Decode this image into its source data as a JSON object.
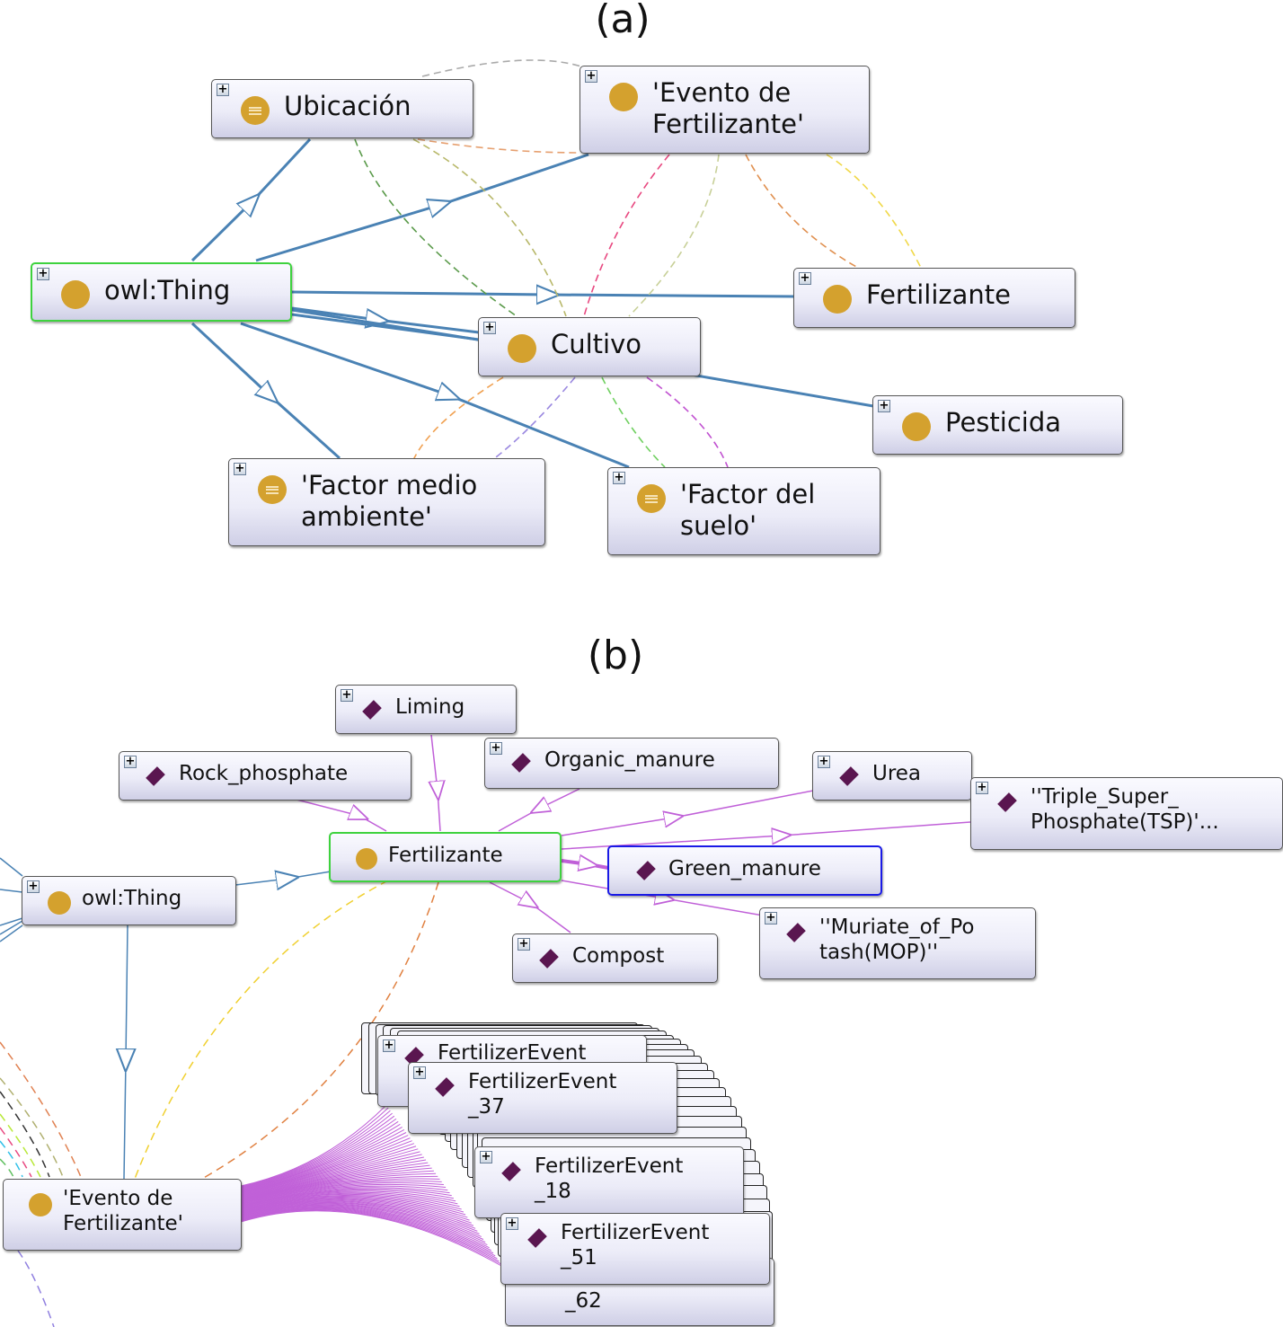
{
  "panels": {
    "a": {
      "caption": "(a)",
      "nodes": {
        "ubicacion": {
          "label": "Ubicación",
          "type": "defined-class"
        },
        "evento": {
          "label": "'Evento de\nFertilizante'",
          "type": "class"
        },
        "owl_thing": {
          "label": "owl:Thing",
          "type": "class",
          "selected": true
        },
        "fertilizante": {
          "label": "Fertilizante",
          "type": "class"
        },
        "cultivo": {
          "label": "Cultivo",
          "type": "class"
        },
        "pesticida": {
          "label": "Pesticida",
          "type": "class"
        },
        "factor_medio": {
          "label": "'Factor medio\nambiente'",
          "type": "defined-class"
        },
        "factor_suelo": {
          "label": "'Factor del\nsuelo'",
          "type": "defined-class"
        }
      }
    },
    "b": {
      "caption": "(b)",
      "nodes": {
        "liming": {
          "label": "Liming",
          "type": "individual"
        },
        "rock_phosphate": {
          "label": "Rock_phosphate",
          "type": "individual"
        },
        "organic_manure": {
          "label": "Organic_manure",
          "type": "individual"
        },
        "urea": {
          "label": "Urea",
          "type": "individual"
        },
        "tsp": {
          "label": "''Triple_Super_\nPhosphate(TSP)'...",
          "type": "individual"
        },
        "fertilizante": {
          "label": "Fertilizante",
          "type": "class",
          "selected": true
        },
        "green_manure": {
          "label": "Green_manure",
          "type": "individual",
          "focused": true
        },
        "owl_thing": {
          "label": "owl:Thing",
          "type": "class"
        },
        "mop": {
          "label": "''Muriate_of_Po\ntash(MOP)''",
          "type": "individual"
        },
        "compost": {
          "label": "Compost",
          "type": "individual"
        },
        "evento": {
          "label": "'Evento de\nFertilizante'",
          "type": "class"
        },
        "fe_top": {
          "label": "FertilizerEvent",
          "type": "individual"
        },
        "fe_37": {
          "label": "FertilizerEvent\n_37",
          "type": "individual"
        },
        "fe_18": {
          "label": "FertilizerEvent\n_18",
          "type": "individual"
        },
        "fe_51": {
          "label": "FertilizerEvent\n_51",
          "type": "individual"
        },
        "fe_62": {
          "label": "_62",
          "type": "individual"
        }
      }
    }
  },
  "colors": {
    "class_icon": "#d4a12e",
    "individual_icon": "#5a1650",
    "subclass_edge": "#4a82b4",
    "instance_edge": "#c060d8",
    "selected_border": "#3ed23e",
    "focused_border": "#1a1ae6"
  }
}
